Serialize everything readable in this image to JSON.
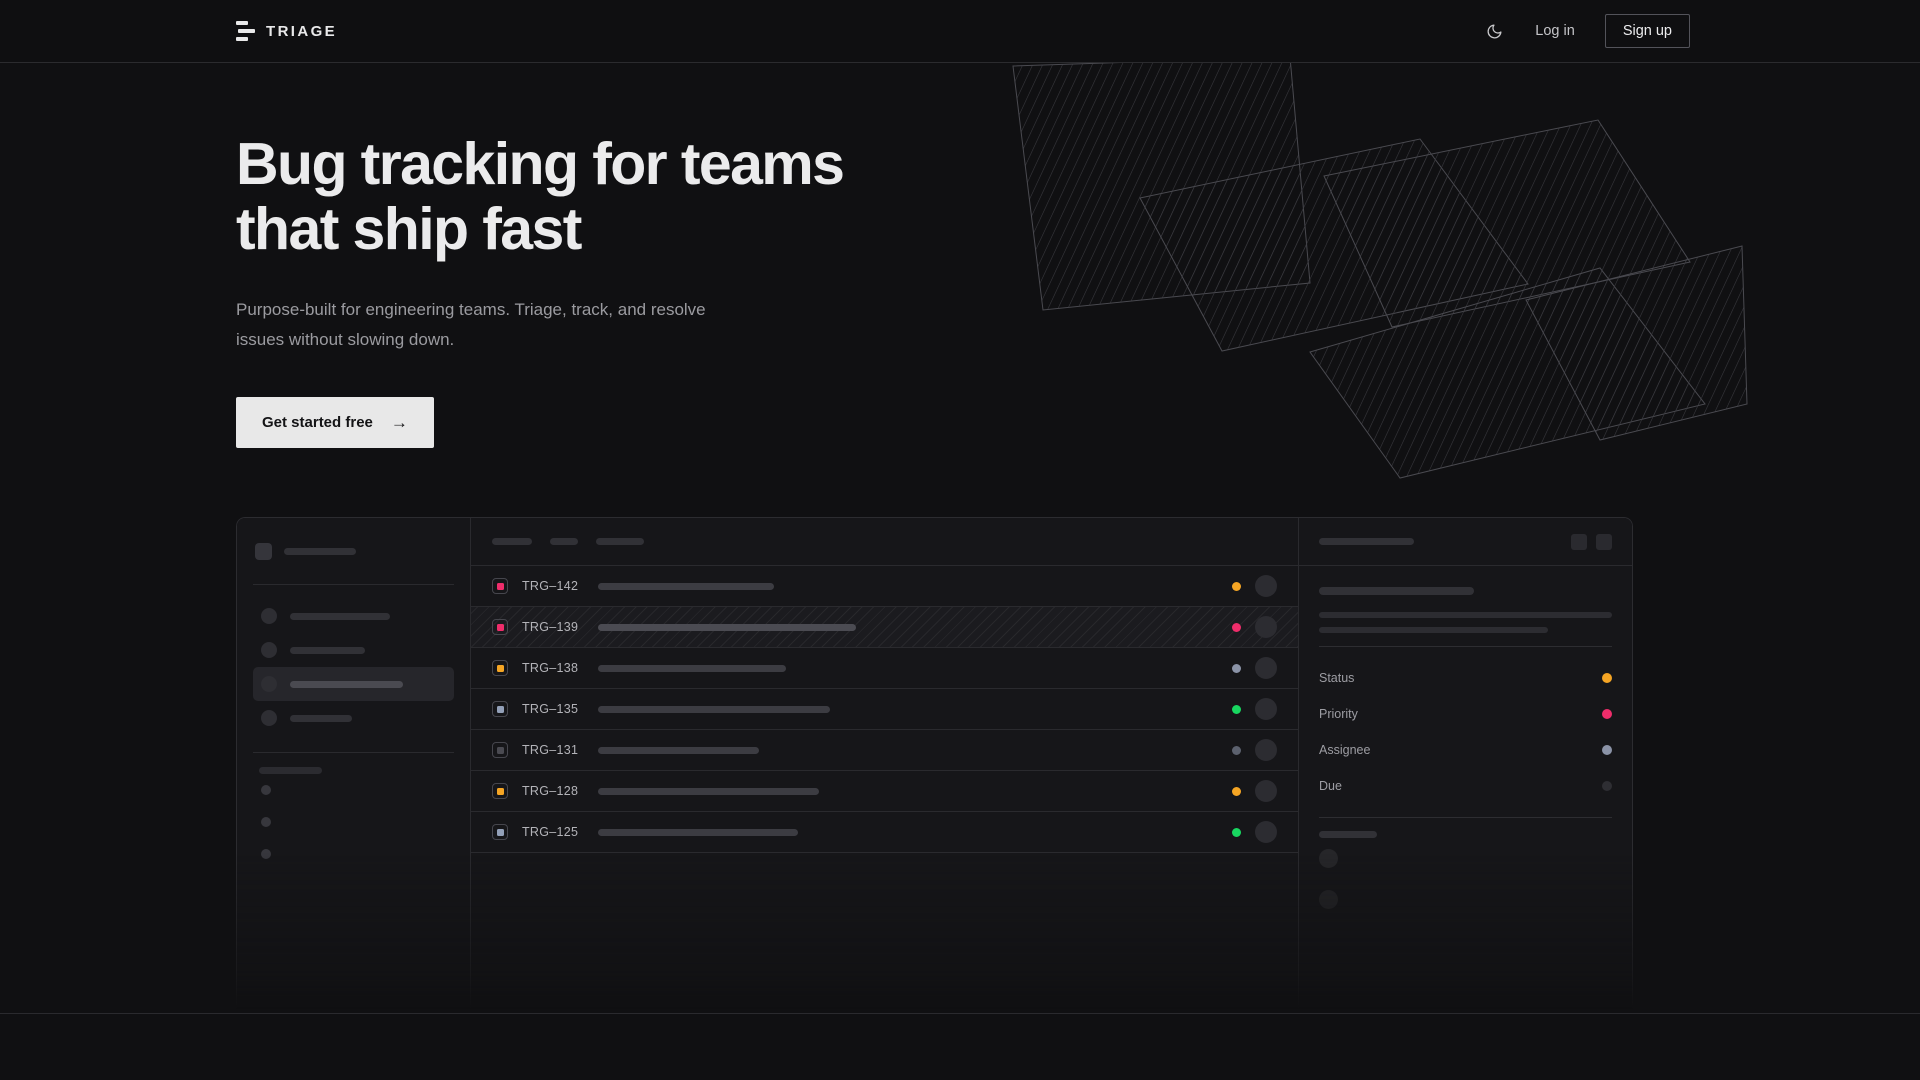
{
  "brand": {
    "name": "TRIAGE",
    "logo_icon": "triage-bars-icon"
  },
  "nav": {
    "theme_toggle_icon": "moon-icon",
    "login_label": "Log in",
    "signup_label": "Sign up"
  },
  "hero": {
    "headline_line1": "Bug tracking for teams",
    "headline_line2": "that ship fast",
    "subtext": "Purpose-built for engineering teams. Triage, track, and resolve issues without slowing down.",
    "cta_label": "Get started free",
    "cta_arrow": "→"
  },
  "app_mock": {
    "sidebar": {
      "workspace_placeholder": "",
      "nav_items": [
        {
          "active": false
        },
        {
          "active": false
        },
        {
          "active": true
        },
        {
          "active": false
        }
      ],
      "mini_items": 3
    },
    "list": {
      "header_filters": 3,
      "rows": [
        {
          "id": "TRG–142",
          "status_color": "#ef2d6b",
          "dot_color": "#f5a524",
          "hatched": false,
          "title_width": 176
        },
        {
          "id": "TRG–139",
          "status_color": "#ef2d6b",
          "dot_color": "#ef2d6b",
          "hatched": true,
          "title_width": 258
        },
        {
          "id": "TRG–138",
          "status_color": "#f5a524",
          "dot_color": "#8b93a7",
          "hatched": false,
          "title_width": 188
        },
        {
          "id": "TRG–135",
          "status_color": "#93a0b8",
          "dot_color": "#18d760",
          "hatched": false,
          "title_width": 232
        },
        {
          "id": "TRG–131",
          "status_color": "#4a4a51",
          "dot_color": "#5c616e",
          "hatched": false,
          "title_width": 161
        },
        {
          "id": "TRG–128",
          "status_color": "#f5a524",
          "dot_color": "#f5a524",
          "hatched": false,
          "title_width": 221
        },
        {
          "id": "TRG–125",
          "status_color": "#93a0b8",
          "dot_color": "#18d760",
          "hatched": false,
          "title_width": 200
        }
      ]
    },
    "detail": {
      "title_placeholder": "",
      "action_buttons": 2,
      "meta": [
        {
          "label": "Status",
          "value_color": "#f5a524"
        },
        {
          "label": "Priority",
          "value_color": "#ef2d6b"
        },
        {
          "label": "Assignee",
          "value_color": "#8b93a7"
        },
        {
          "label": "Due",
          "value_color": "#2e2e33"
        }
      ]
    }
  },
  "theme": {
    "page_bg": "#101012",
    "panel_bg": "#161619",
    "border": "#2a2a2e",
    "text_primary": "#ebebec",
    "text_muted": "#9b9ba0",
    "accent_orange": "#f5a524",
    "accent_pink": "#ef2d6b",
    "accent_green": "#18d760",
    "accent_slate": "#8b93a7"
  }
}
